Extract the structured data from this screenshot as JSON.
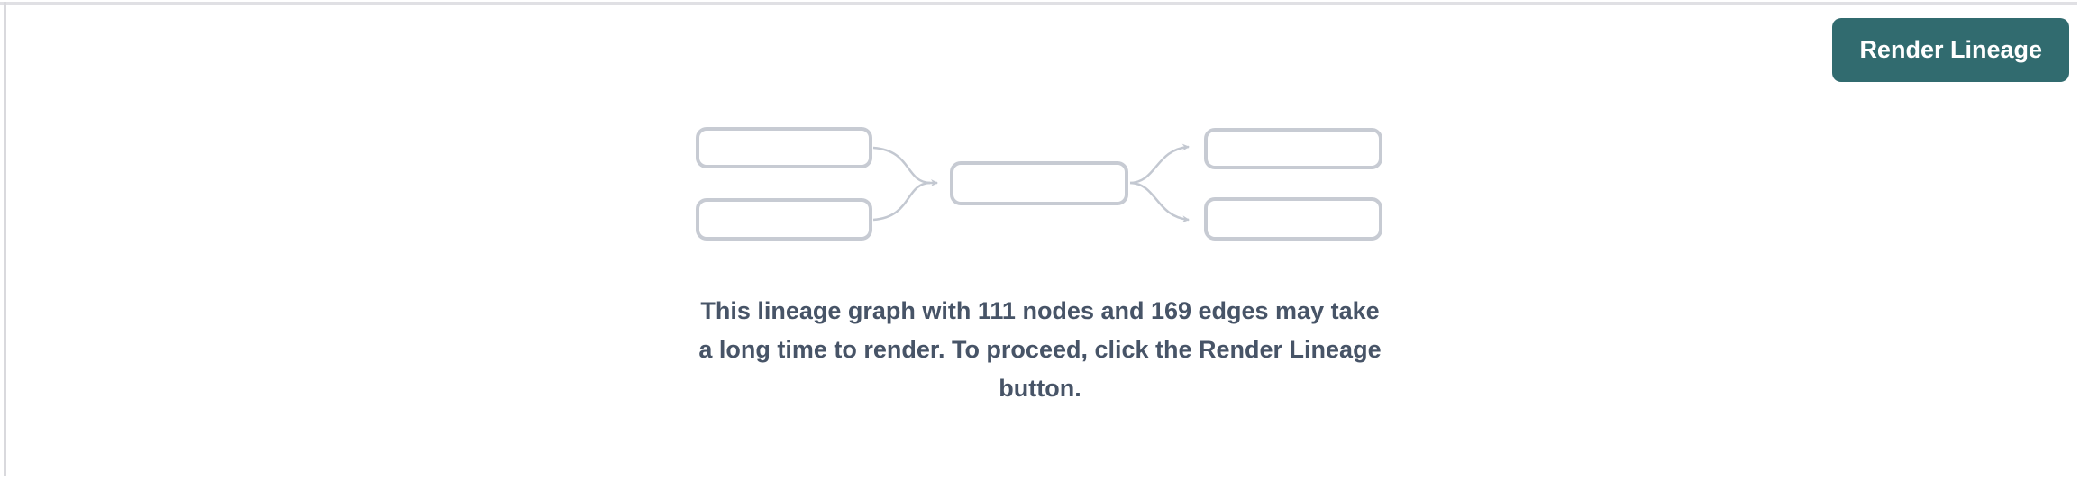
{
  "toolbar": {
    "render_button_label": "Render Lineage"
  },
  "placeholder": {
    "message_lines": [
      "This lineage graph with 111 nodes and 169 edges may take",
      "a long time to render. To proceed, click the Render Lineage",
      "button."
    ],
    "message_full": "This lineage graph with 111 nodes and 169 edges may take a long time to render. To proceed, click the Render Lineage button.",
    "node_count": "111",
    "edge_count": "169"
  },
  "colors": {
    "accent_teal": "#316b6f",
    "button_text": "#ffffff",
    "node_box_border": "#c7cbd3",
    "edge_arrow": "#c3c8d1",
    "message_text": "#475467",
    "pane_border": "#e0e0e4"
  }
}
